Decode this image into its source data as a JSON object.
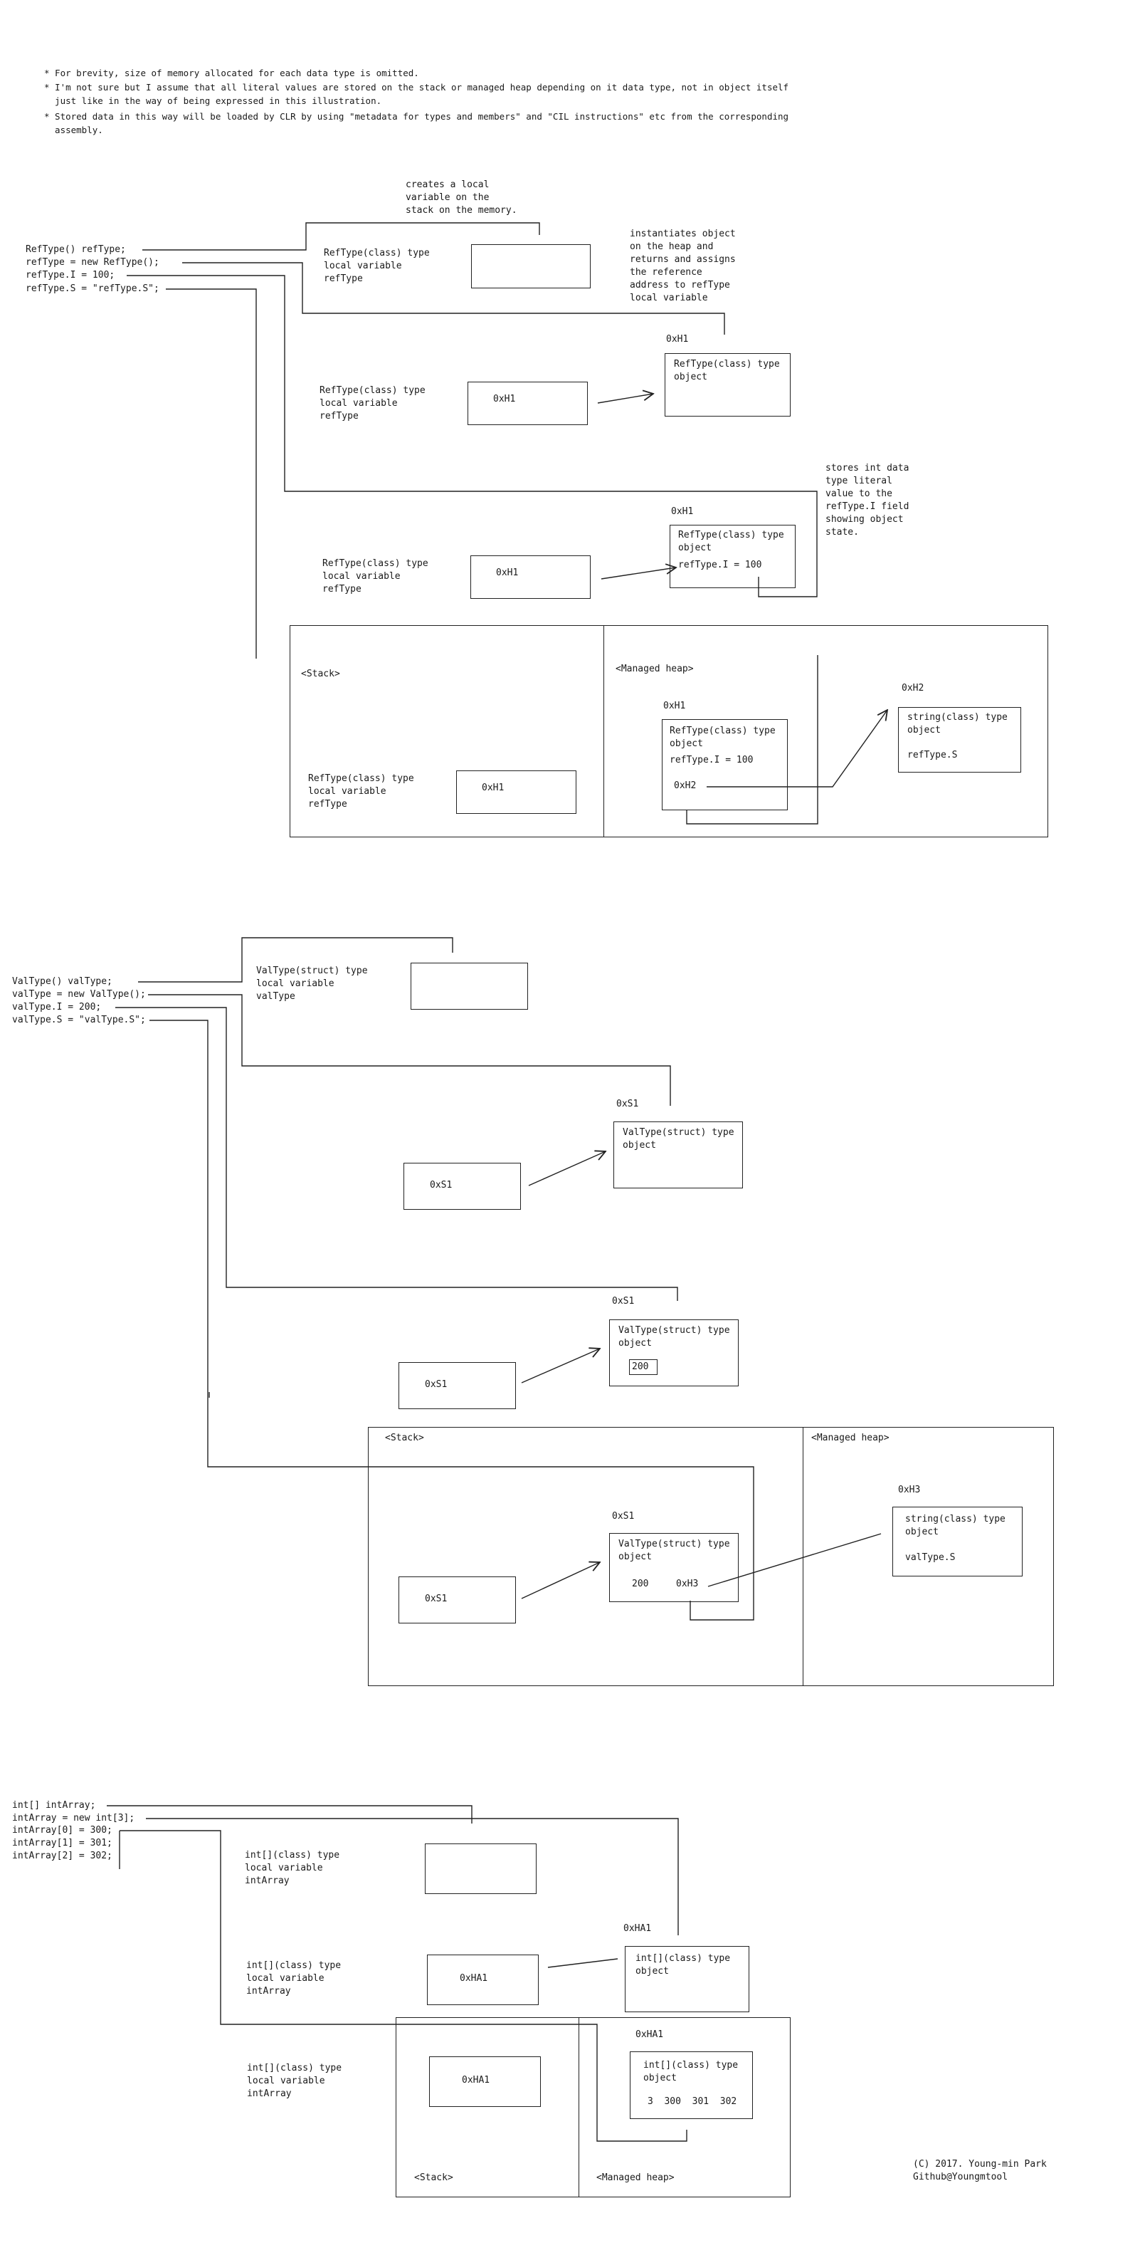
{
  "notes": [
    "* For brevity, size of memory allocated for each data type is omitted.",
    "* I'm not sure but I assume that all literal values are stored on the stack or managed heap depending on it data type, not in object itself",
    "  just like in the way of being expressed in this illustration.",
    "* Stored data in this way will be loaded by CLR by using \"metadata for types and members\" and \"CIL instructions\" etc from the corresponding",
    "  assembly."
  ],
  "ref_section": {
    "code": [
      "RefType() refType;",
      "refType = new RefType();",
      "refType.I = 100;",
      "refType.S = \"refType.S\";"
    ],
    "note_local": "creates a local\nvariable on the\nstack on the memory.",
    "note_instantiate": "instantiates object\non the heap and\nreturns and assigns\nthe reference\naddress to refType\nlocal variable",
    "note_stores": "stores int data\ntype literal\nvalue to the\nrefType.I field\nshowing object\nstate.",
    "local_label": "RefType(class) type\nlocal variable\nrefType",
    "addr_h1": "0xH1",
    "addr_h2": "0xH2",
    "obj_label": "RefType(class) type\nobject",
    "field_i": "refType.I = 100",
    "string_obj": "string(class) type\nobject",
    "string_val": "refType.S",
    "stack_title": "<Stack>",
    "heap_title": "<Managed heap>"
  },
  "val_section": {
    "code": [
      "ValType() valType;",
      "valType = new ValType();",
      "valType.I = 200;",
      "valType.S = \"valType.S\";"
    ],
    "local_label": "ValType(struct) type\nlocal variable\nvalType",
    "addr_s1": "0xS1",
    "addr_h3": "0xH3",
    "obj_label": "ValType(struct) type\nobject",
    "value_200": "200",
    "string_obj": "string(class) type\nobject",
    "string_val": "valType.S",
    "stack_title": "<Stack>",
    "heap_title": "<Managed heap>"
  },
  "arr_section": {
    "code": [
      "int[] intArray;",
      "intArray = new int[3];",
      "intArray[0] = 300;",
      "intArray[1] = 301;",
      "intArray[2] = 302;"
    ],
    "local_label": "int[](class) type\nlocal variable\nintArray",
    "addr_ha1": "0xHA1",
    "obj_label": "int[](class) type\nobject",
    "values": "3  300  301  302",
    "stack_title": "<Stack>",
    "heap_title": "<Managed heap>"
  },
  "credit": "(C) 2017. Young-min Park\nGithub@Youngmtool"
}
